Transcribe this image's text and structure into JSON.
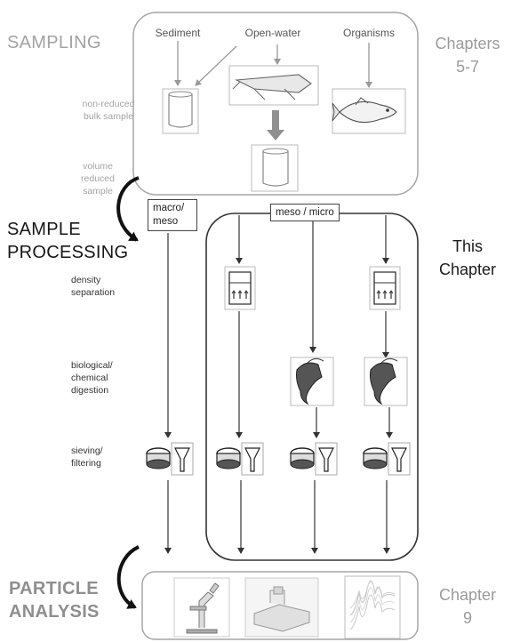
{
  "phases": {
    "sampling": "SAMPLING",
    "sample_processing_line1": "SAMPLE",
    "sample_processing_line2": "PROCESSING",
    "particle_analysis_line1": "PARTICLE",
    "particle_analysis_line2": "ANALYSIS"
  },
  "chapters": {
    "sampling_line1": "Chapters",
    "sampling_line2": "5-7",
    "processing_line1": "This",
    "processing_line2": "Chapter",
    "analysis_line1": "Chapter",
    "analysis_line2": "9"
  },
  "sources": {
    "sediment": "Sediment",
    "open_water": "Open-water",
    "organisms": "Organisms"
  },
  "sample_notes": {
    "non_reduced_line1": "non-reduced",
    "non_reduced_line2": "bulk sample",
    "volume_reduced_line1": "volume",
    "volume_reduced_line2": "reduced",
    "volume_reduced_line3": "sample"
  },
  "size_tags": {
    "macro_meso_line1": "macro/",
    "macro_meso_line2": "meso",
    "meso_micro": "meso / micro"
  },
  "steps": {
    "density_line1": "density",
    "density_line2": "separation",
    "digestion_line1": "biological/",
    "digestion_line2": "chemical",
    "digestion_line3": "digestion",
    "sieving_line1": "sieving/",
    "sieving_line2": "filtering"
  },
  "colors": {
    "light_text": "#a3a3a3",
    "dark_text": "#161616",
    "box_border": "#9a9a9a",
    "processing_border": "#333333",
    "arrow": "#444444"
  }
}
